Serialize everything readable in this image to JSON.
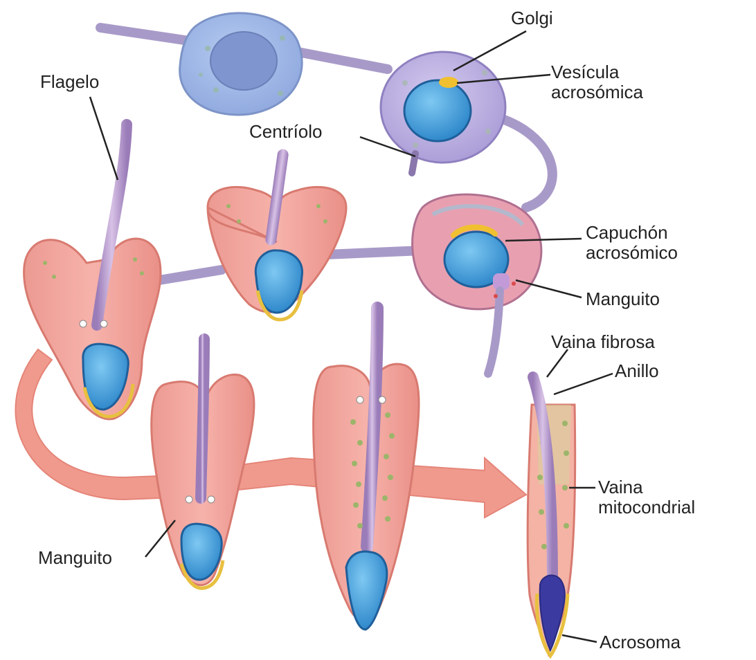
{
  "labels": {
    "golgi": "Golgi",
    "flagelo": "Flagelo",
    "vesicula": [
      "Vesícula",
      "acrosómica"
    ],
    "centriolo": "Centríolo",
    "capuchon": [
      "Capuchón",
      "acrosómico"
    ],
    "manguito_right": "Manguito",
    "vaina_fibrosa": "Vaina fibrosa",
    "anillo": "Anillo",
    "vaina_mitocondrial": [
      "Vaina",
      "mitocondrial"
    ],
    "manguito_left": "Manguito",
    "acrosoma": "Acrosoma"
  },
  "colors": {
    "spermatid_pink": "#f0a49c",
    "cell_blue": "#a8bfe8",
    "cell_lavender": "#c4b8e6",
    "nucleus_blue": "#3a9ad6",
    "acrosome_gold": "#e8c040",
    "flagellum": "#b090c8",
    "mitochondria_green": "#9cb56a"
  }
}
